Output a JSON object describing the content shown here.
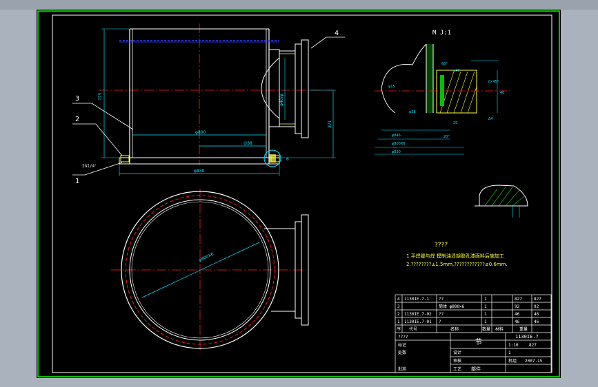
{
  "drawing": {
    "part_labels": [
      "4",
      "3",
      "2",
      "1"
    ],
    "detail_title": "M J:1",
    "weld_note": "2GI/4'",
    "notes_title": "????",
    "note1": "1.平焊缝与焊      模制油渍胡胶孔漆面料后施加工",
    "note2": "2.????????±1.5mm,????????????≤0.6mm."
  },
  "dimensions": {
    "vertical_left": "775",
    "inner_diameter": "φ800",
    "outer_diameter": "φ830",
    "offset": "∅38",
    "right_height": "371",
    "flange_bore": "φ40/φ",
    "circle_dim": "φ800X6",
    "detail_dims": [
      "60°",
      "φ40",
      "φ15",
      "φ35",
      "φ846",
      "φ800X6",
      "φ830",
      "20°",
      "2×45°",
      "40",
      "25",
      "Δ4"
    ],
    "bottom_weld": "6"
  },
  "bom": {
    "rows": [
      {
        "no": "4",
        "code": "1130IE.7-1",
        "name": "??",
        "qty": "1",
        "mat": "",
        "w1": "827",
        "w2": "827"
      },
      {
        "no": "3",
        "code": "",
        "name": "筒体   φ800×6",
        "qty": "1",
        "mat": "",
        "w1": "92",
        "w2": "92"
      },
      {
        "no": "2",
        "code": "1130IE.7-02",
        "name": "??",
        "qty": "1",
        "mat": "",
        "w1": "46",
        "w2": "46"
      },
      {
        "no": "1",
        "code": "1130IE.7-01",
        "name": "?",
        "qty": "1",
        "mat": "",
        "w1": "46",
        "w2": "46"
      }
    ],
    "header": {
      "no": "序",
      "code": "代号",
      "name": "名称",
      "qty": "数量",
      "mat": "材料",
      "w": "重量"
    },
    "title_block": {
      "drawing_no": "1130IE.7",
      "part_name": "节",
      "scale": "1:10",
      "weight": "827",
      "sheet": "1",
      "approver": "????",
      "unit": "机组",
      "date": "2007.15",
      "footer": "部件",
      "labels": [
        "标记",
        "处数",
        "设计",
        "审核",
        "工艺",
        "批准"
      ]
    }
  },
  "colors": {
    "background": "#000000",
    "frame": "#ffffff",
    "border_green": "#00ff00",
    "geometry": "#ffffff",
    "centerline": "#ff2020",
    "dimension": "#00e5ff",
    "text_yellow": "#ffff40",
    "hidden_blue": "#3040ff",
    "weld_green": "#00c000"
  }
}
